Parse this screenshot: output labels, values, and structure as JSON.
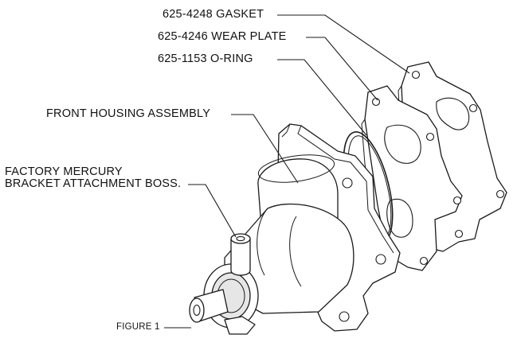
{
  "callouts": {
    "gasket": "625-4248 GASKET",
    "wear_plate": "625-4246 WEAR PLATE",
    "o_ring": "625-1153 O-RING",
    "front_housing": "FRONT HOUSING ASSEMBLY",
    "boss_line1": "FACTORY MERCURY",
    "boss_line2": "BRACKET ATTACHMENT BOSS."
  },
  "figure_label": "FIGURE 1"
}
